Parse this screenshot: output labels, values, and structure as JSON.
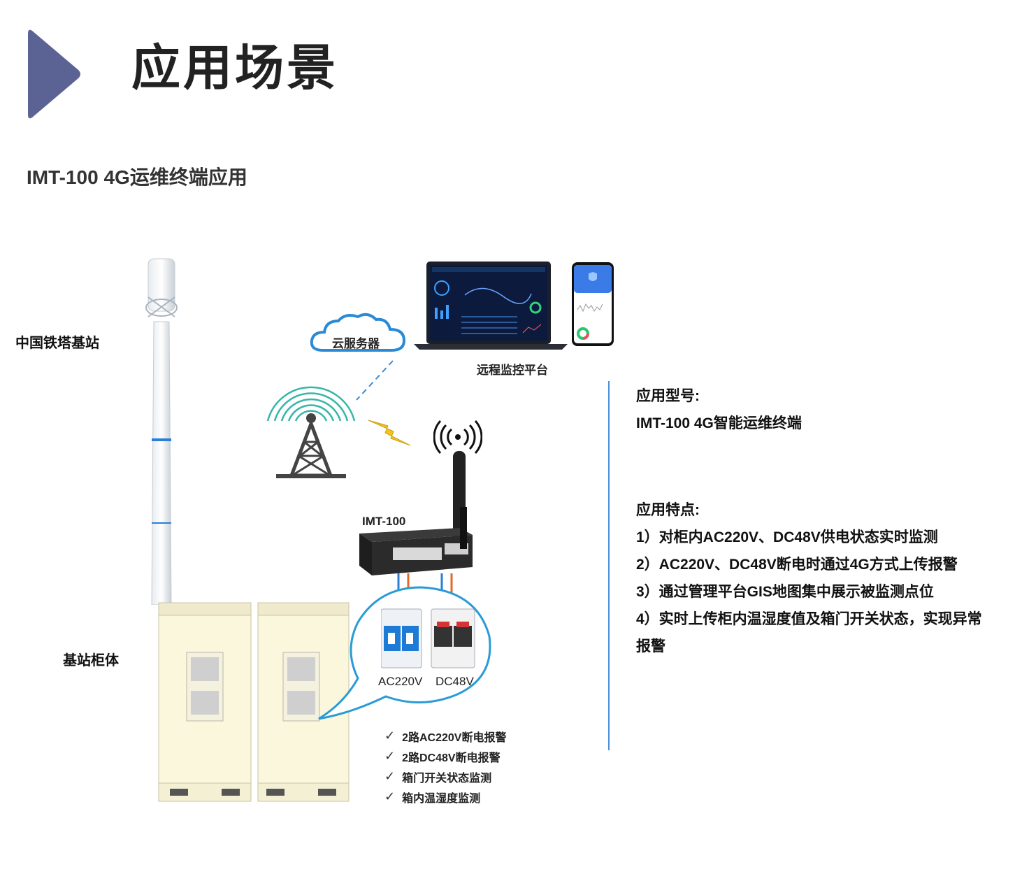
{
  "header": {
    "title": "应用场景",
    "accent_color": "#5b6394"
  },
  "subtitle": "IMT-100 4G运维终端应用",
  "diagram": {
    "tower_label": "中国铁塔基站",
    "cabinet_label": "基站柜体",
    "cloud_label": "云服务器",
    "platform_label": "远程监控平台",
    "device_label": "IMT-100",
    "ac_label": "AC220V",
    "dc_label": "DC48V",
    "checks": [
      "2路AC220V断电报警",
      "2路DC48V断电报警",
      "箱门开关状态监测",
      "箱内温湿度监测"
    ]
  },
  "info": {
    "model_heading": "应用型号:",
    "model_value": "IMT-100 4G智能运维终端",
    "features_heading": "应用特点:",
    "features": [
      "1）对柜内AC220V、DC48V供电状态实时监测",
      "2）AC220V、DC48V断电时通过4G方式上传报警",
      "3）通过管理平台GIS地图集中展示被监测点位",
      "4）实时上传柜内温湿度值及箱门开关状态，实现异常",
      "报警"
    ]
  }
}
